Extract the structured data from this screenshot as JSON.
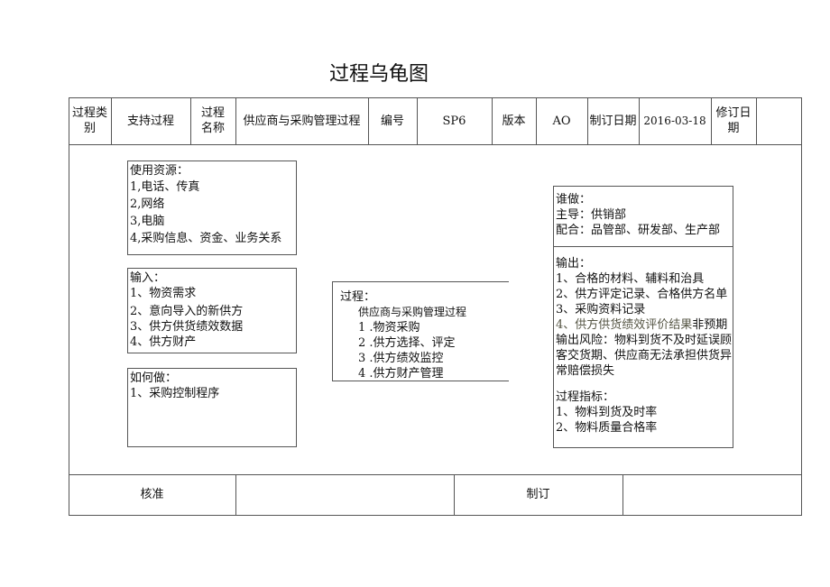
{
  "title": "过程乌龟图",
  "header": {
    "category_label": "过程类别",
    "category_value": "支持过程",
    "name_label": "过程名称",
    "name_value": "供应商与采购管理过程",
    "number_label": "编号",
    "number_value": "SP6",
    "version_label": "版本",
    "version_value": "AO",
    "date_label": "制订日期",
    "date_value": "2016-03-18",
    "revision_label": "修订日期",
    "revision_value": ""
  },
  "resources": {
    "heading": "使用资源：",
    "items": [
      "1,电话、传真",
      "2,网络",
      "3,电脑",
      "4,采购信息、资金、业务关系"
    ]
  },
  "inputs": {
    "heading": "输入：",
    "items": [
      "1、物资需求",
      "2、意向导入的新供方",
      "3、供方供货绩效数据",
      "4、供方财产"
    ]
  },
  "how": {
    "heading": "如何做：",
    "items": [
      "1、采购控制程序"
    ]
  },
  "process": {
    "heading": "过程：",
    "subtitle": "供应商与采购管理过程",
    "items": [
      "1 .物资采购",
      "2 .供方选择、评定",
      "3 .供方绩效监控",
      "4 .供方财产管理"
    ]
  },
  "who": {
    "heading": "谁做：",
    "items": [
      "主导：供销部",
      "配合：品管部、研发部、生产部"
    ]
  },
  "outputs": {
    "heading": "输出：",
    "items": [
      "1、合格的材料、辅料和治具",
      "2、供方评定记录、合格供方名单",
      "3、采购资料记录",
      "4、供方供货绩效评价结果"
    ],
    "risk_lines": [
      "非预期",
      "输出风险：物料到货不及时延误顾",
      "客交货期、供应商无法承担供货异",
      "常赔偿损失"
    ],
    "kpi_heading": "过程指标：",
    "kpi_items": [
      "1、物料到货及时率",
      "2、物料质量合格率"
    ]
  },
  "footer": {
    "approve_label": "核准",
    "approve_value": "",
    "prepare_label": "制订",
    "prepare_value": ""
  }
}
